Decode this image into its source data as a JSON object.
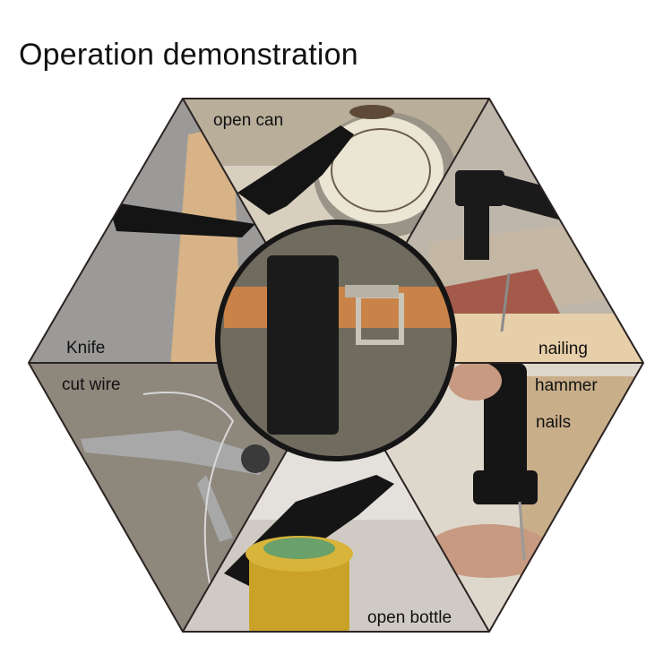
{
  "title": "Operation demonstration",
  "colors": {
    "border": "#2a2322",
    "background": "#ffffff",
    "knife_blade": "#141414",
    "wood": "#d8b68c",
    "can_lid": "#e9e3d2",
    "bark": "#8c8579",
    "brick": "#9b5a48",
    "holster": "#1b1b1b",
    "belt": "#c98348",
    "bottle_gold": "#c9a227"
  },
  "segments": [
    {
      "label": "open can",
      "icon": "can-opener-photo"
    },
    {
      "label": "nailing",
      "icon": "hammer-nail-photo"
    },
    {
      "label": "hammer nails",
      "line1": "hammer",
      "line2": "nails",
      "icon": "hammer-hands-photo"
    },
    {
      "label": "open bottle",
      "icon": "bottle-opener-photo"
    },
    {
      "label": "cut wire",
      "icon": "pliers-photo"
    },
    {
      "label": "Knife",
      "icon": "knife-photo"
    }
  ],
  "center": {
    "icon": "belt-holster-photo"
  }
}
